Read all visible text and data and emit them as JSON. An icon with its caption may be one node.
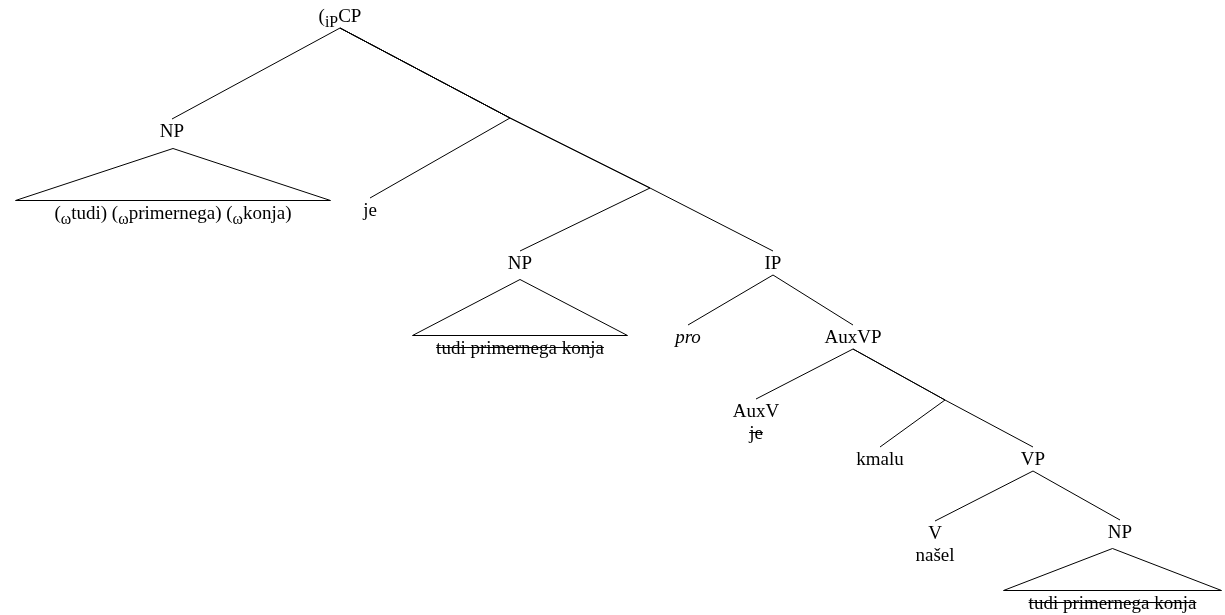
{
  "diagram": {
    "nodes": [
      {
        "text": [
          "($_{iP}$CP"
        ]
      },
      {
        "text": [
          "NP"
        ]
      },
      {
        "text": [],
        "shape": "triangle",
        "beside": [
          "($_{ω}$tudi) ($_{ω}$primernega) ($_{ω}$konja)"
        ]
      },
      {
        "text": [
          "je"
        ]
      },
      {
        "text": [
          "NP"
        ]
      },
      {
        "text": [],
        "shape": "triangle",
        "beside": [
          "tudi primernega konja"
        ]
      },
      {
        "text": [
          "IP"
        ]
      },
      {
        "text": [
          "pro"
        ]
      },
      {
        "text": [
          "AuxVP"
        ]
      },
      {
        "text": [
          "AuxV",
          "je"
        ]
      },
      {
        "text": [
          "kmalu"
        ]
      },
      {
        "text": [
          "VP"
        ]
      },
      {
        "text": [
          "V",
          "našel"
        ]
      },
      {
        "text": [
          "NP"
        ]
      },
      {
        "text": [],
        "shape": "triangle",
        "beside": [
          "tudi primernega konja"
        ]
      }
    ],
    "edges": [
      {
        "from": 0,
        "to": 1,
        "arrow": "none"
      },
      {
        "from": 0,
        "to": 3,
        "arrow": "none"
      },
      {
        "from": 0,
        "to": 4,
        "arrow": "none"
      },
      {
        "from": 0,
        "to": 6,
        "arrow": "none"
      },
      {
        "from": 6,
        "to": 7,
        "arrow": "none"
      },
      {
        "from": 6,
        "to": 8,
        "arrow": "none"
      },
      {
        "from": 8,
        "to": 9,
        "arrow": "none"
      },
      {
        "from": 8,
        "to": 10,
        "arrow": "none"
      },
      {
        "from": 8,
        "to": 11,
        "arrow": "none"
      },
      {
        "from": 11,
        "to": 12,
        "arrow": "none"
      },
      {
        "from": 11,
        "to": 13,
        "arrow": "none"
      }
    ]
  }
}
